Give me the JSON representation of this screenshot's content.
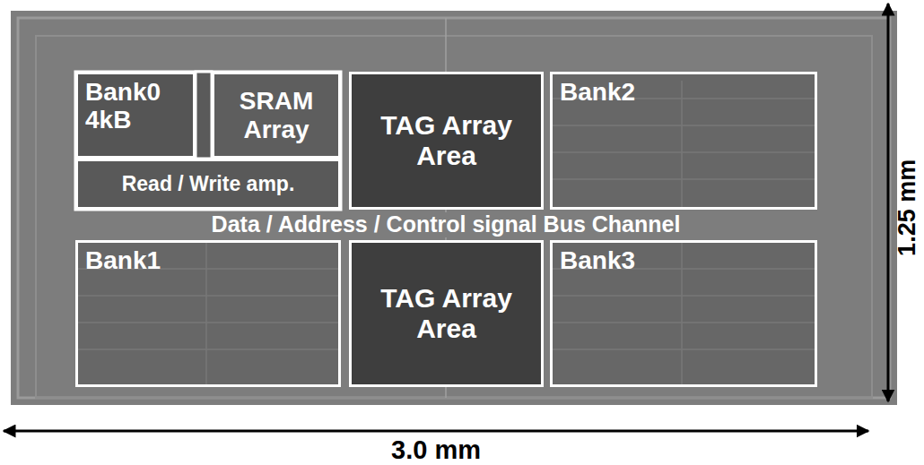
{
  "diagram": {
    "nodes": [
      {
        "text": [
          "Bank0 4kB"
        ]
      },
      {
        "text": [
          "SRAM Array"
        ]
      },
      {
        "text": [
          "Read / Write amp."
        ]
      },
      {
        "text": [
          "TAG Array Area"
        ]
      },
      {
        "text": [
          "Bank2"
        ]
      },
      {
        "text": [
          "Bank1"
        ]
      },
      {
        "text": [
          "TAG Array Area"
        ]
      },
      {
        "text": [
          "Bank3"
        ]
      }
    ],
    "labels": [
      "Data / Address / Control signal Bus Channel",
      "3.0 mm",
      "1.25 mm"
    ]
  }
}
